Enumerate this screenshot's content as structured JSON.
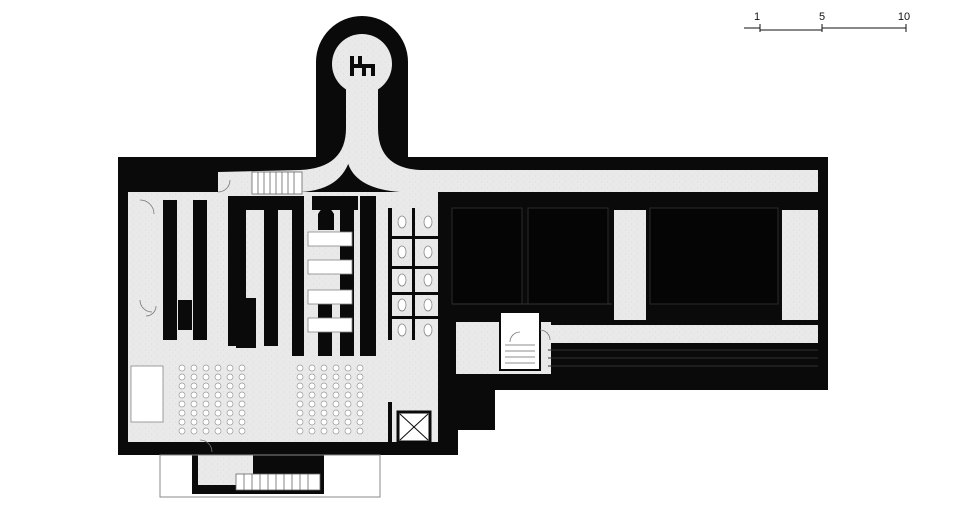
{
  "scale_bar": {
    "labels": [
      "1",
      "5",
      "10"
    ]
  },
  "logo": {
    "name": "monogram-logo",
    "text": "Hn"
  },
  "colors": {
    "wall": "#0a0a0a",
    "floor": "#e9e9e9",
    "paper": "#ffffff",
    "furniture": "#ffffff",
    "line": "#555555"
  }
}
